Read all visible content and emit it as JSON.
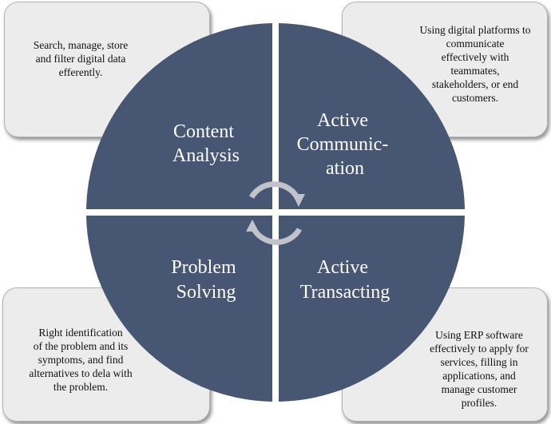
{
  "colors": {
    "quadrant": "#475672",
    "box_fill": "#ececec",
    "arrow": "#c0c3c9"
  },
  "quadrants": {
    "top_left": {
      "lines": [
        "Content",
        "Analysis"
      ]
    },
    "top_right": {
      "lines": [
        "Active",
        "Communic-",
        "ation"
      ]
    },
    "bottom_left": {
      "lines": [
        "Problem",
        "Solving"
      ]
    },
    "bottom_right": {
      "lines": [
        "Active",
        "Transacting"
      ]
    }
  },
  "descriptions": {
    "top_left": {
      "lines": [
        "Search, manage, store",
        "and filter digital data",
        "efferently."
      ]
    },
    "top_right": {
      "lines": [
        "Using digital platforms to",
        "communicate",
        "effectively with",
        "teammates,",
        "stakeholders, or end",
        "customers."
      ]
    },
    "bottom_left": {
      "lines": [
        "Right identification",
        "of the problem and its",
        "symptoms, and find",
        "alternatives to dela with",
        "the problem."
      ]
    },
    "bottom_right": {
      "lines": [
        "Using ERP software",
        "effectively to apply for",
        "services, filling in",
        "applications, and",
        "manage customer",
        "profiles."
      ]
    }
  },
  "center_icon": "circular-arrows-icon"
}
